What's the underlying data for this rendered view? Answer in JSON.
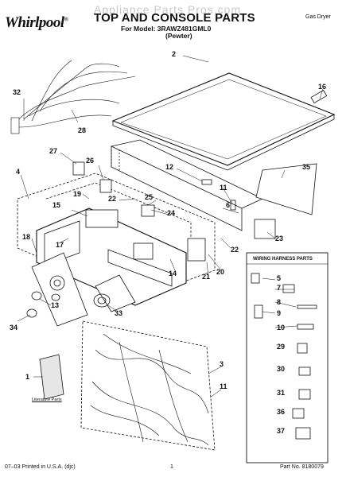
{
  "header": {
    "watermark": "Appliance Parts Pros.com",
    "brand": "Whirlpool",
    "title": "TOP AND CONSOLE PARTS",
    "model_line": "For Model: 3RAWZ481GML0",
    "color_line": "(Pewter)",
    "product_type": "Gas Dryer"
  },
  "footer": {
    "left": "07–03 Printed in U.S.A. (djc)",
    "page": "1",
    "part_no": "Part No. 8180079"
  },
  "diagram": {
    "literature_label": "Literature Parts",
    "wiring_box_title": "WIRING HARNESS PARTS",
    "callouts": {
      "c1": "1",
      "c2": "2",
      "c3": "3",
      "c4": "4",
      "c5": "5",
      "c6": "6",
      "c7": "7",
      "c8": "8",
      "c9": "9",
      "c10": "10",
      "c11a": "11",
      "c11b": "11",
      "c12": "12",
      "c13": "13",
      "c14": "14",
      "c15": "15",
      "c16": "16",
      "c17": "17",
      "c18": "18",
      "c19": "19",
      "c20": "20",
      "c21": "21",
      "c22a": "22",
      "c22b": "22",
      "c23": "23",
      "c24": "24",
      "c25": "25",
      "c26": "26",
      "c27": "27",
      "c28": "28",
      "c29": "29",
      "c30": "30",
      "c31": "31",
      "c32": "32",
      "c33": "33",
      "c34": "34",
      "c35": "35",
      "c36": "36",
      "c37": "37"
    }
  }
}
